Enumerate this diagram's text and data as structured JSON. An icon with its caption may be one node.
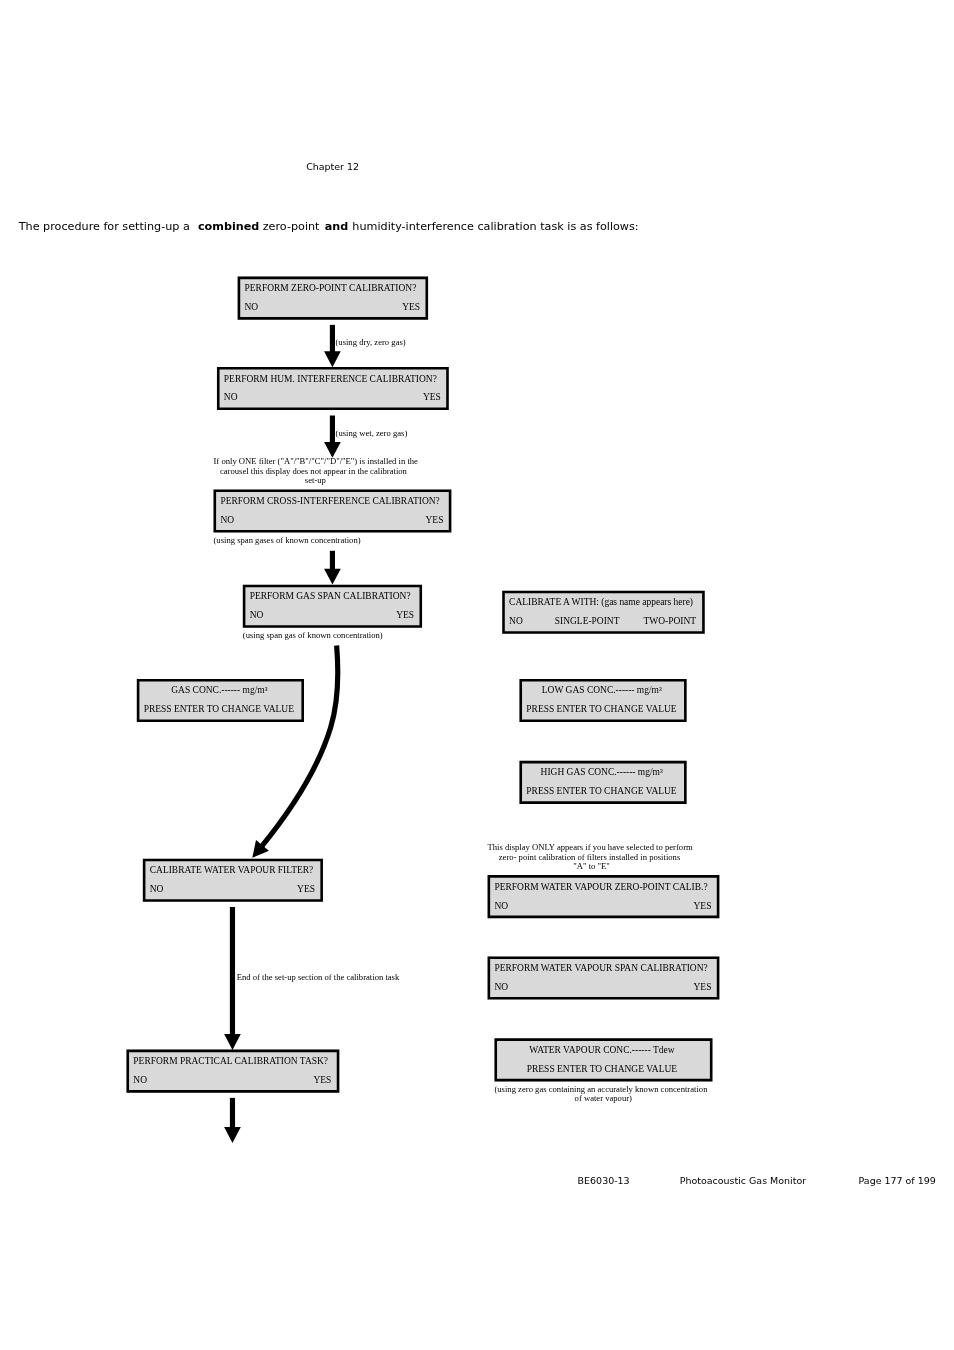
{
  "diagram": {
    "nodes": [
      {
        "text": [
          "PERFORM ZERO-POINT CALIBRATION?",
          "NO",
          "YES"
        ]
      },
      {
        "text": [
          "PERFORM HUM. INTERFERENCE CALIBRATION?",
          "NO",
          "YES"
        ]
      },
      {
        "text": [
          "PERFORM CROSS-INTERFERENCE CALIBRATION?",
          "NO",
          "YES"
        ],
        "beside": [
          "If only ONE filter (\"A\"/\"B\"/\"C\"/\"D\"/\"E\") is installed in the carousel this display does not appear in the calibration set-up",
          "(using span gases of known concentration)"
        ]
      },
      {
        "text": [
          "PERFORM GAS SPAN CALIBRATION?",
          "NO",
          "YES"
        ],
        "beside": [
          "(using span gas of known concentration)"
        ]
      },
      {
        "text": [
          "GAS CONC.------ mg/m³",
          "PRESS ENTER TO CHANGE VALUE"
        ]
      },
      {
        "text": [
          "CALIBRATE WATER VAPOUR FILTER?",
          "NO",
          "YES"
        ]
      },
      {
        "text": [
          "PERFORM PRACTICAL CALIBRATION TASK?",
          "NO",
          "YES"
        ]
      },
      {
        "text": [
          "CALIBRATE A WITH: (gas name appears here)",
          "NO",
          "SINGLE-POINT",
          "TWO-POINT"
        ]
      },
      {
        "text": [
          "LOW GAS CONC.------ mg/m³",
          "PRESS ENTER TO CHANGE VALUE"
        ]
      },
      {
        "text": [
          "HIGH GAS CONC.------ mg/m³",
          "PRESS ENTER TO CHANGE VALUE"
        ]
      },
      {
        "text": [
          "PERFORM WATER VAPOUR ZERO-POINT CALIB.?",
          "NO",
          "YES"
        ],
        "beside": [
          "This display ONLY appears if you have selected to perform zero- point calibration of filters installed in positions \"A\" to \"E\""
        ]
      },
      {
        "text": [
          "PERFORM WATER VAPOUR SPAN CALIBRATION?",
          "NO",
          "YES"
        ]
      },
      {
        "text": [
          "WATER VAPOUR CONC.------ Tdew",
          "PRESS ENTER TO CHANGE VALUE"
        ],
        "beside": [
          "(using zero gas containing an accurately known concentration of water vapour)"
        ]
      }
    ],
    "edges": [
      {
        "from": 0,
        "to": 1,
        "arrow": "to",
        "label": "(using dry, zero gas)"
      },
      {
        "from": 1,
        "to": 2,
        "arrow": "to",
        "label": "(using wet, zero gas)"
      },
      {
        "from": 2,
        "to": 3,
        "arrow": "to"
      },
      {
        "from": 3,
        "to": 5,
        "arrow": "to"
      },
      {
        "from": 5,
        "to": 6,
        "arrow": "to",
        "label": "End of the set-up section of the calibration task"
      },
      {
        "from": 6,
        "to": null,
        "arrow": "to"
      }
    ],
    "labels": [
      "Chapter 12",
      "The procedure for setting-up a **combined** zero-point **and** humidity-interference calibration task is as follows:",
      "BE6030-13",
      "Photoacoustic Gas Monitor",
      "Page 177 of 199"
    ]
  }
}
